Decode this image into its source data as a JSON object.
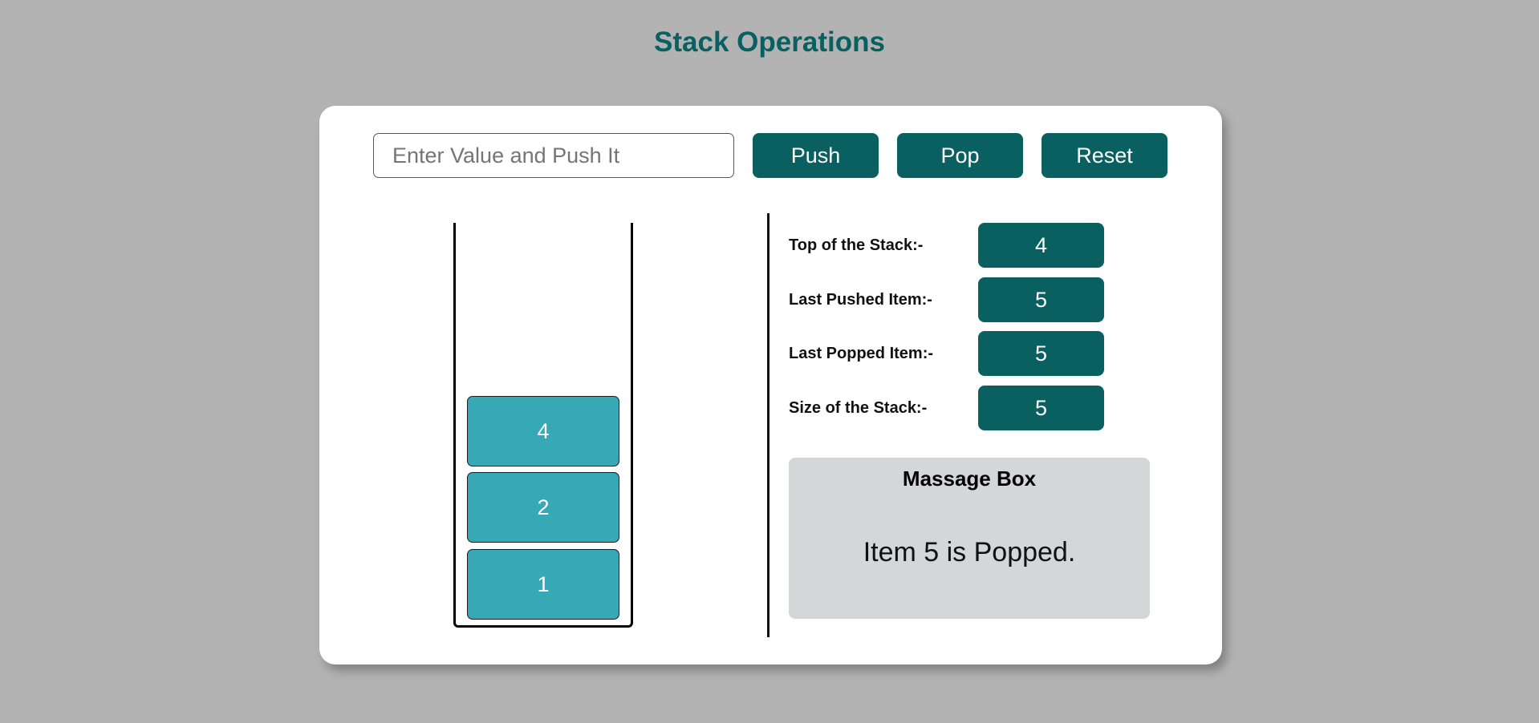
{
  "title": "Stack Operations",
  "controls": {
    "input_placeholder": "Enter Value and Push It",
    "input_value": "",
    "push_label": "Push",
    "pop_label": "Pop",
    "reset_label": "Reset"
  },
  "stack": {
    "items_bottom_to_top": [
      "1",
      "2",
      "4"
    ]
  },
  "stats": {
    "top_label": "Top of the Stack:-",
    "top_value": "4",
    "last_pushed_label": "Last Pushed Item:-",
    "last_pushed_value": "5",
    "last_popped_label": "Last Popped Item:-",
    "last_popped_value": "5",
    "size_label": "Size of the Stack:-",
    "size_value": "5"
  },
  "message_box": {
    "title": "Massage Box",
    "text": "Item 5 is Popped."
  },
  "colors": {
    "background": "#b3b3b3",
    "accent": "#0a6060",
    "stack_item": "#37a8b6",
    "message_bg": "#d4d7d7"
  }
}
